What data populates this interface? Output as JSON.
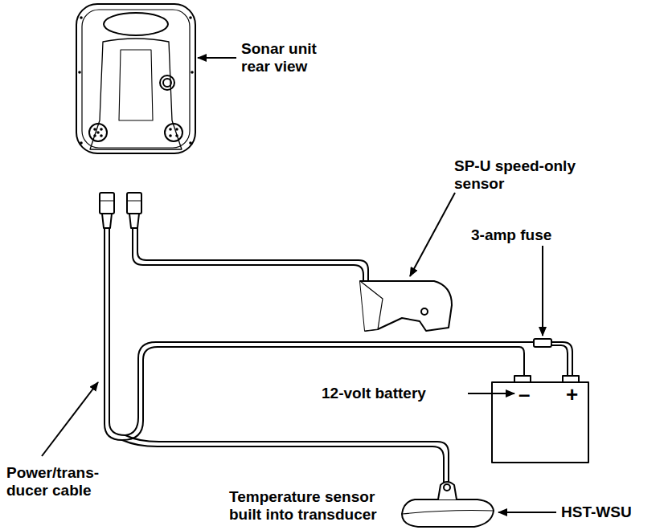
{
  "diagram": {
    "labels": [
      "Sonar unit rear view",
      "SP-U speed-only sensor",
      "3-amp fuse",
      "12-volt battery",
      "–",
      "+",
      "Power/trans- ducer cable",
      "Temperature sensor built into transducer",
      "HST-WSU"
    ]
  }
}
